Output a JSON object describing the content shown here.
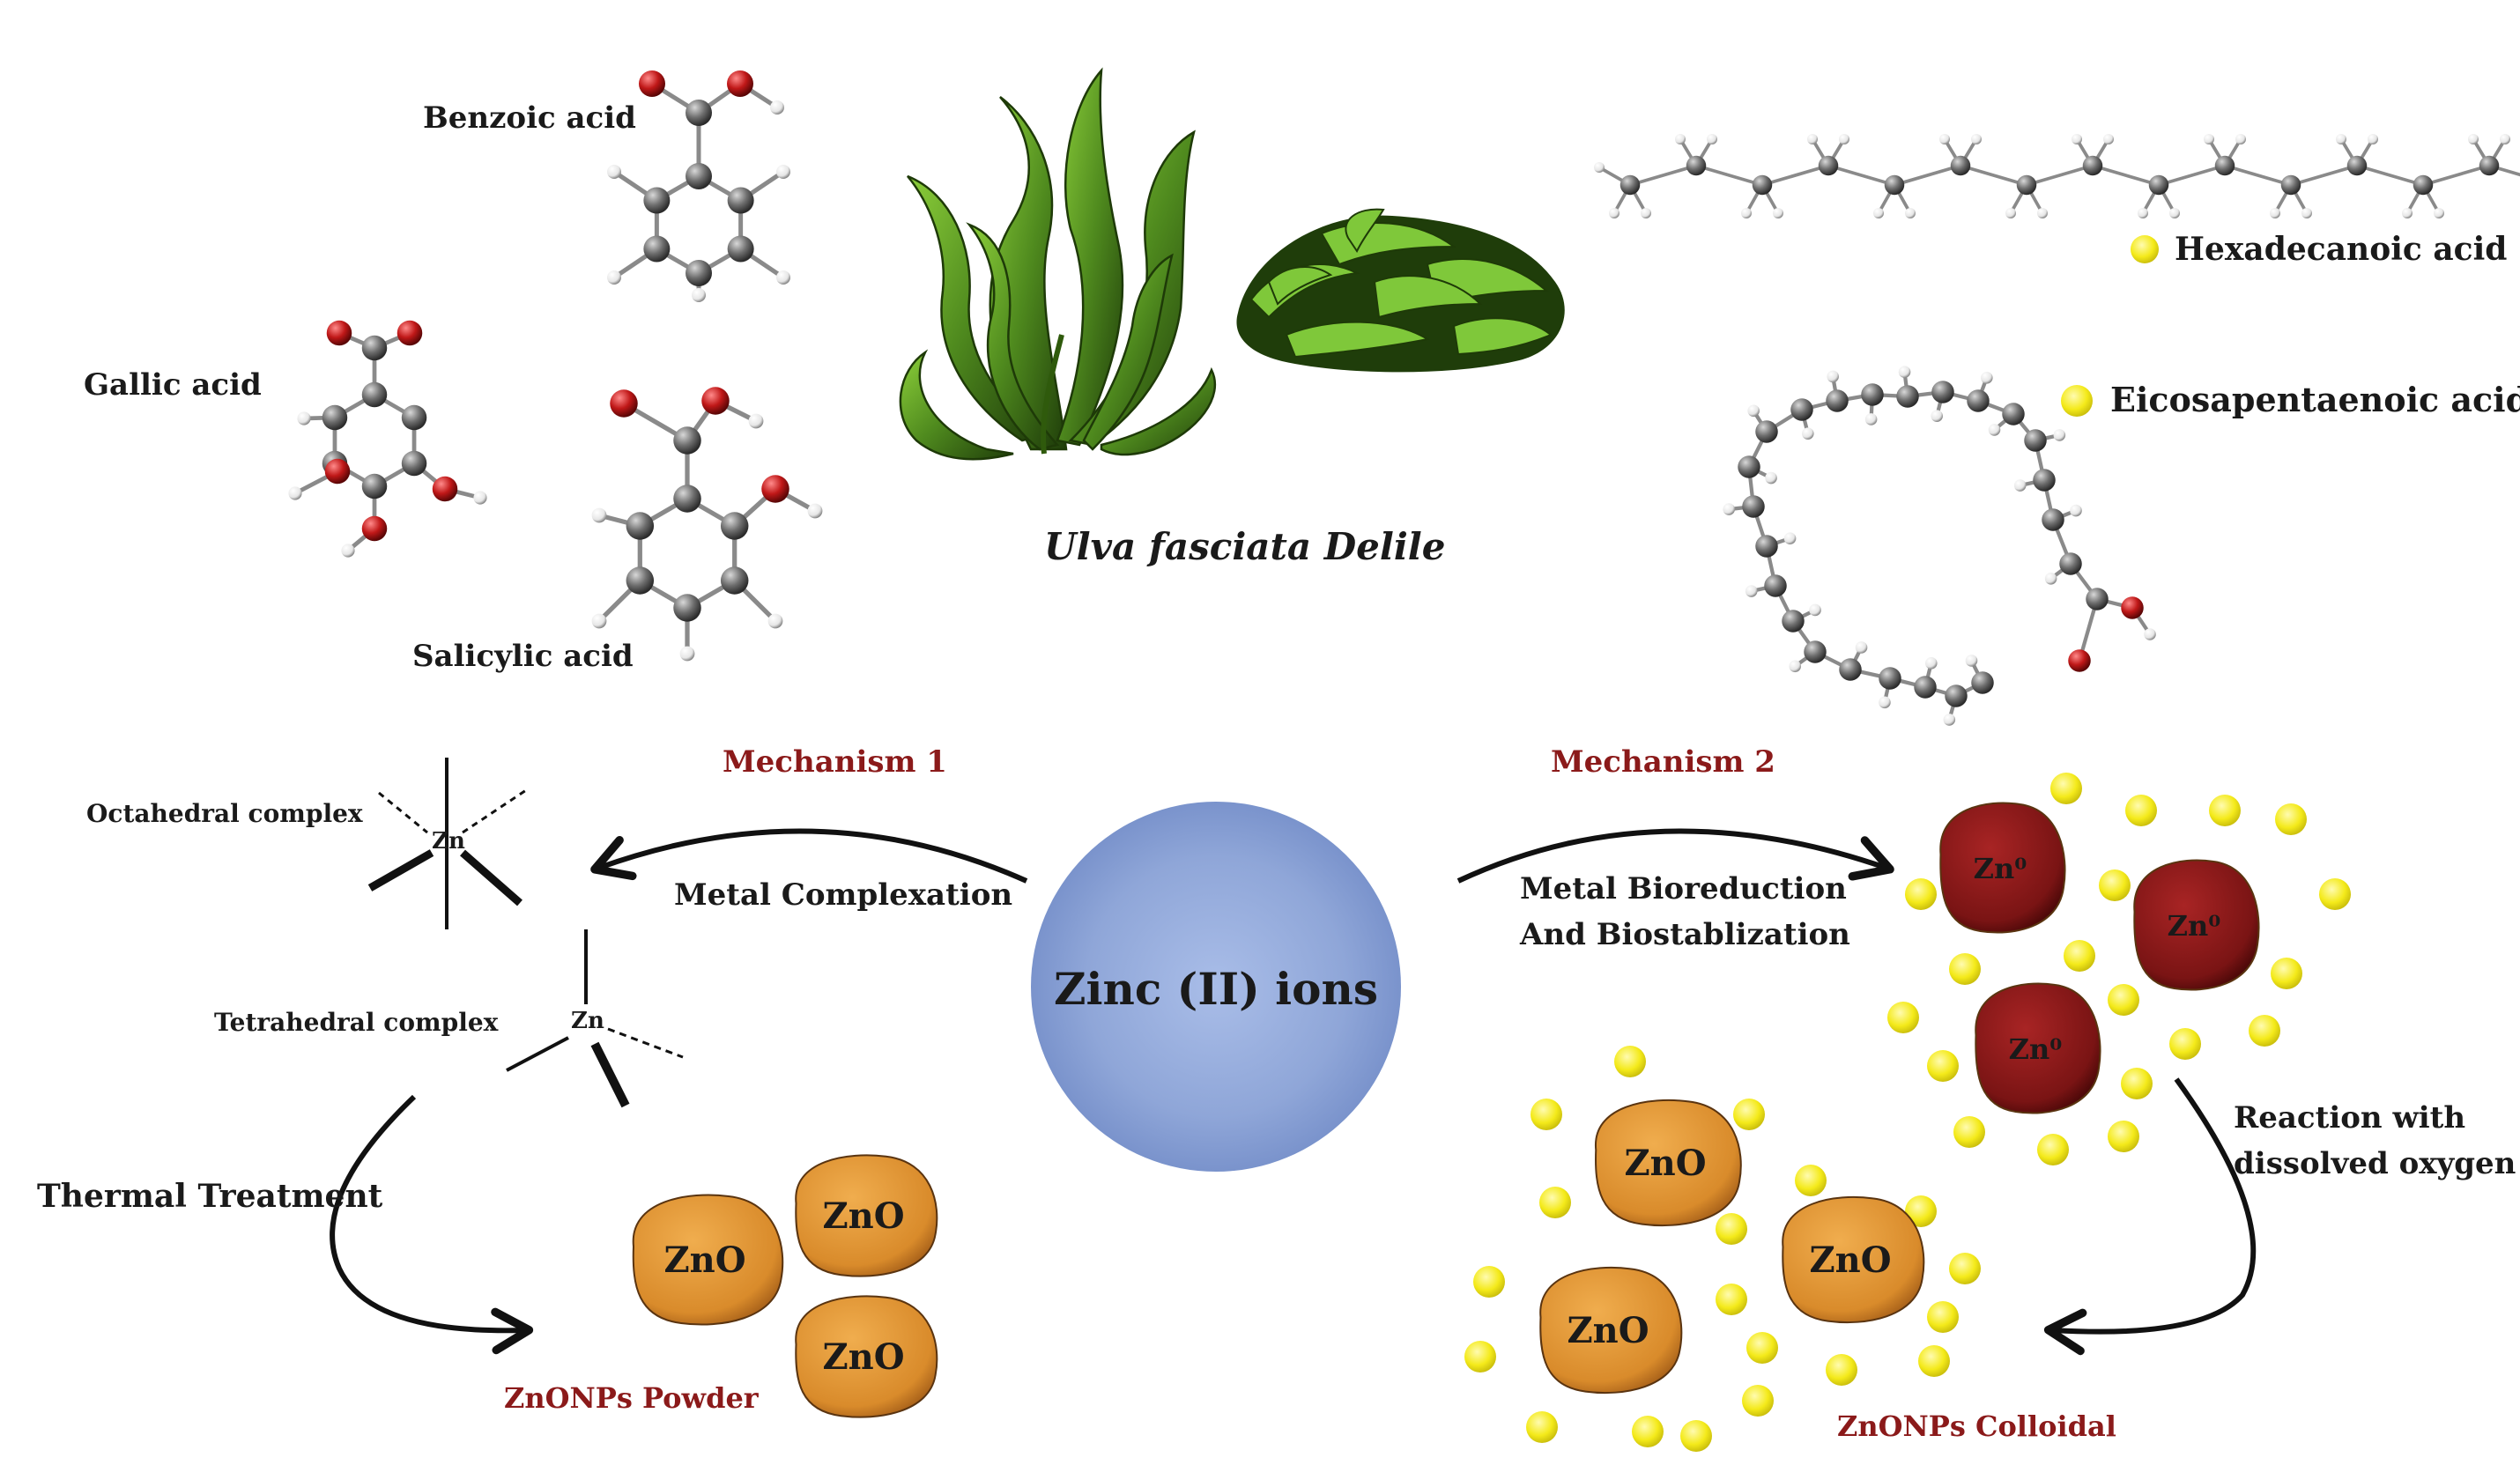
{
  "compounds": {
    "benzoic": "Benzoic acid",
    "gallic": "Gallic acid",
    "salicylic": "Salicylic acid",
    "hexadecanoic": "Hexadecanoic acid",
    "eicosapentaenoic": "Eicosapentaenoic acid"
  },
  "seaweed": {
    "name": "Ulva fasciata Delile"
  },
  "center": {
    "label": "Zinc (II) ions"
  },
  "mechanism1": {
    "title": "Mechanism 1",
    "process": "Metal Complexation",
    "octahedral": "Octahedral complex",
    "tetrahedral": "Tetrahedral complex",
    "zn": "Zn",
    "thermal": "Thermal Treatment",
    "product": "ZnONPs Powder",
    "particle": "ZnO"
  },
  "mechanism2": {
    "title": "Mechanism 2",
    "process_line1": "Metal Bioreduction",
    "process_line2": "And Biostablization",
    "zn0": "Zn⁰",
    "reaction_line1": "Reaction with",
    "reaction_line2": "dissolved oxygen",
    "product": "ZnONPs Colloidal",
    "particle": "ZnO"
  },
  "colors": {
    "carbon": "#6e6e6e",
    "oxygen": "#c01818",
    "hydrogen": "#f2f2f2",
    "zno": "#d98b2b",
    "zn0": "#7a1414",
    "ligand": "#f4ea1a",
    "sphere": "#8fa6d8",
    "seaweed": "#4f8a1e"
  }
}
